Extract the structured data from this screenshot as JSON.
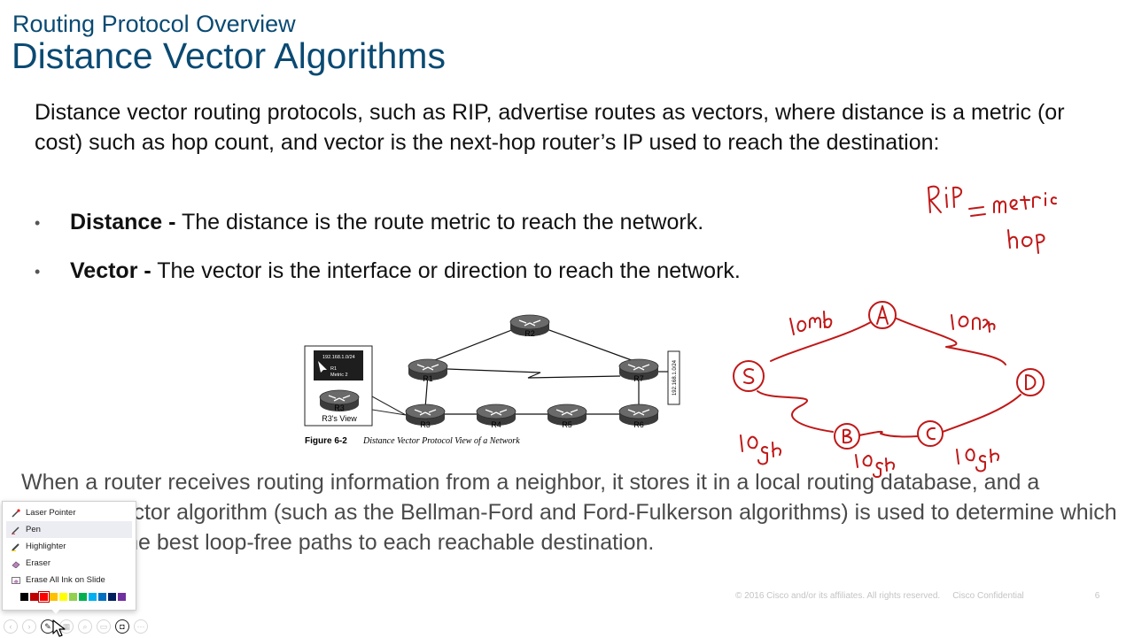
{
  "slide": {
    "subtitle": "Routing Protocol Overview",
    "title": "Distance Vector Algorithms",
    "intro": "Distance vector routing protocols, such as RIP, advertise routes as vectors, where distance is a metric (or cost) such as hop count, and vector is the next-hop router’s IP used to reach the destination:",
    "bullets": [
      {
        "term": "Distance -",
        "text": " The distance is the route metric to reach the network."
      },
      {
        "term": "Vector -",
        "text": " The vector is the interface or direction to reach the network."
      }
    ],
    "paragraph": "When a router receives routing information from a neighbor, it stores it in a local routing database, and a distance vector algorithm (such as the Bellman-Ford and Ford-Fulkerson algorithms) is used to determine which paths are the best loop-free paths to each reachable destination.",
    "footer": {
      "copyright": "© 2016  Cisco and/or its affiliates. All rights reserved.",
      "confidential": "Cisco Confidential",
      "page": "6"
    }
  },
  "figure": {
    "routers": [
      "R1",
      "R2",
      "R3",
      "R4",
      "R5",
      "R6",
      "R7"
    ],
    "callout_net": "192.168.1.0/24",
    "callout_r1": "R1",
    "callout_metric": "Metric 2",
    "view_router": "R3",
    "view_label": "R3's View",
    "r7_net": "192.168.1.0/24",
    "caption_label": "Figure 6-2",
    "caption_text": "Distance Vector Protocol View of a Network"
  },
  "ink_menu": {
    "items": [
      {
        "label": "Laser Pointer",
        "icon": "laser-pointer-icon"
      },
      {
        "label": "Pen",
        "icon": "pen-icon"
      },
      {
        "label": "Highlighter",
        "icon": "highlighter-icon"
      },
      {
        "label": "Eraser",
        "icon": "eraser-icon"
      },
      {
        "label": "Erase All Ink on Slide",
        "icon": "erase-all-icon"
      }
    ],
    "selected": "Pen",
    "colors": [
      "#000000",
      "#c00000",
      "#ff0000",
      "#ffc000",
      "#ffff00",
      "#92d050",
      "#00b050",
      "#00b0f0",
      "#0070c0",
      "#002060",
      "#7030a0"
    ],
    "selected_color": "#ff0000"
  },
  "toolbar": {
    "buttons": [
      {
        "name": "previous-slide-icon",
        "glyph": "‹"
      },
      {
        "name": "next-slide-icon",
        "glyph": "›"
      },
      {
        "name": "pen-tools-icon",
        "glyph": "✎"
      },
      {
        "name": "see-all-slides-icon",
        "glyph": "▦"
      },
      {
        "name": "zoom-icon",
        "glyph": "⌕"
      },
      {
        "name": "subtitles-icon",
        "glyph": "▭"
      },
      {
        "name": "camera-icon",
        "glyph": "◘"
      },
      {
        "name": "more-options-icon",
        "glyph": "⋯"
      }
    ]
  }
}
